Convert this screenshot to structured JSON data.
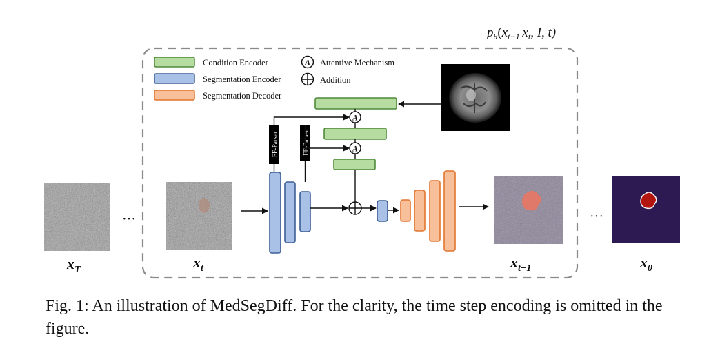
{
  "formula": "pθ(x t−1|x t, I, t)",
  "formula_parts": {
    "p": "p",
    "theta": "θ",
    "open": "(",
    "x1": "x",
    "sub1": "t−1",
    "bar": "|",
    "x2": "x",
    "sub2": "t",
    "rest": ", I, t)"
  },
  "legend": {
    "condition_encoder": "Condition Encoder",
    "segmentation_encoder": "Segmentation Encoder",
    "segmentation_decoder": "Segmentation Decoder",
    "attentive_mechanism": "Attentive Mechanism",
    "attentive_symbol": "A",
    "addition": "Addition"
  },
  "blocks": {
    "ff_parser": "FF-Parser",
    "attn_symbol": "A"
  },
  "ellipsis": "···",
  "labels": {
    "x_T": {
      "base": "x",
      "sub": "T"
    },
    "x_t": {
      "base": "x",
      "sub": "t"
    },
    "x_t_minus_1": {
      "base": "x",
      "sub": "t−1"
    },
    "x_0": {
      "base": "x",
      "sub": "0"
    }
  },
  "colors": {
    "condition_fill": "#b7dca1",
    "condition_stroke": "#4f8a3a",
    "encoder_fill": "#a9c1e6",
    "encoder_stroke": "#3d5f96",
    "decoder_fill": "#f7c09a",
    "decoder_stroke": "#e2752f",
    "dashed_frame": "#8a8a8a"
  },
  "caption": "Fig. 1: An illustration of MedSegDiff. For the clarity, the time step encoding is omitted in the figure."
}
